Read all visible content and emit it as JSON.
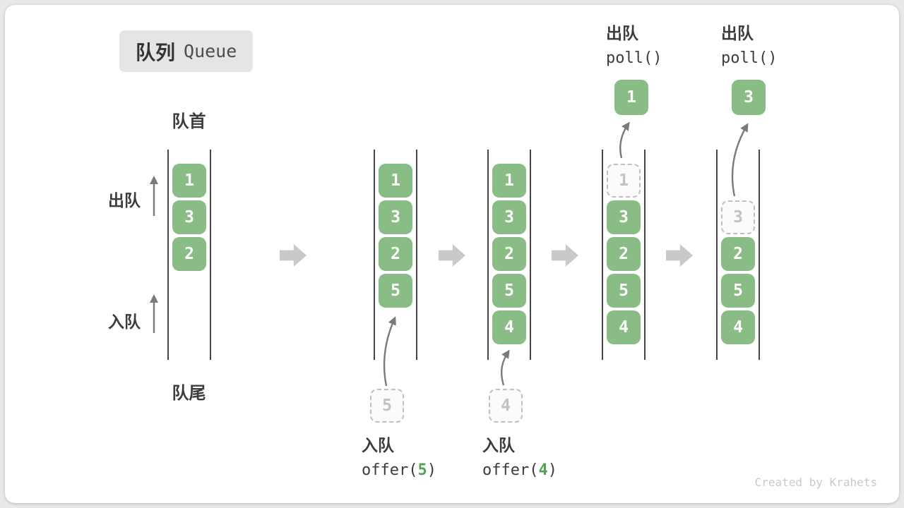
{
  "badge": {
    "zh": "队列",
    "en": "Queue"
  },
  "side_labels": {
    "front": "队首",
    "rear": "队尾",
    "dequeue": "出队",
    "enqueue": "入队"
  },
  "states": [
    {
      "name": "initial",
      "items": [
        {
          "slot": 0,
          "value": "1"
        },
        {
          "slot": 1,
          "value": "3"
        },
        {
          "slot": 2,
          "value": "2"
        }
      ]
    },
    {
      "name": "after-offer-5",
      "items": [
        {
          "slot": 0,
          "value": "1"
        },
        {
          "slot": 1,
          "value": "3"
        },
        {
          "slot": 2,
          "value": "2"
        },
        {
          "slot": 3,
          "value": "5"
        }
      ]
    },
    {
      "name": "after-offer-4",
      "items": [
        {
          "slot": 0,
          "value": "1"
        },
        {
          "slot": 1,
          "value": "3"
        },
        {
          "slot": 2,
          "value": "2"
        },
        {
          "slot": 3,
          "value": "5"
        },
        {
          "slot": 4,
          "value": "4"
        }
      ]
    },
    {
      "name": "after-poll-1",
      "items": [
        {
          "slot": 0,
          "value": "1",
          "ghost": true
        },
        {
          "slot": 1,
          "value": "3"
        },
        {
          "slot": 2,
          "value": "2"
        },
        {
          "slot": 3,
          "value": "5"
        },
        {
          "slot": 4,
          "value": "4"
        }
      ]
    },
    {
      "name": "after-poll-3",
      "items": [
        {
          "slot": 1,
          "value": "3",
          "ghost": true
        },
        {
          "slot": 2,
          "value": "2"
        },
        {
          "slot": 3,
          "value": "5"
        },
        {
          "slot": 4,
          "value": "4"
        }
      ]
    }
  ],
  "enqueue_ops": [
    {
      "label": "入队",
      "code_before": "offer(",
      "arg": "5",
      "code_after": ")",
      "pending_value": "5"
    },
    {
      "label": "入队",
      "code_before": "offer(",
      "arg": "4",
      "code_after": ")",
      "pending_value": "4"
    }
  ],
  "dequeue_ops": [
    {
      "label": "出队",
      "code": "poll()",
      "polled_value": "1"
    },
    {
      "label": "出队",
      "code": "poll()",
      "polled_value": "3"
    }
  ],
  "watermark": "Created by Krahets",
  "colors": {
    "item_green": "#8abc85",
    "code_arg_green": "#56a156",
    "ghost_gray": "#c2c2c2",
    "line_dark": "#454545",
    "block_arrow_gray": "#c9c9c9",
    "badge_bg": "#e5e5e5"
  }
}
